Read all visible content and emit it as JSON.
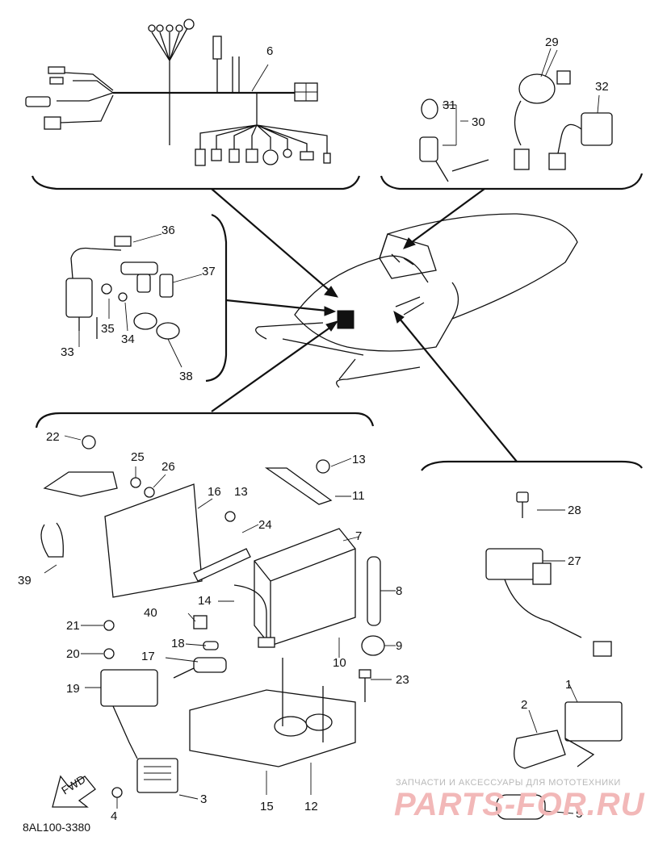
{
  "diagram": {
    "code": "8AL100-3380",
    "fwd_label": "FWD",
    "watermark_top": "ЗАПЧАСТИ И АКСЕССУАРЫ ДЛЯ МОТОТЕХНИКИ",
    "watermark_logo": "PARTS-FOR.RU"
  },
  "callouts": {
    "c1": "1",
    "c2": "2",
    "c3": "3",
    "c4": "4",
    "c5": "5",
    "c6": "6",
    "c7": "7",
    "c8": "8",
    "c9": "9",
    "c10": "10",
    "c11": "11",
    "c12": "12",
    "c13a": "13",
    "c13b": "13",
    "c14": "14",
    "c15": "15",
    "c16": "16",
    "c17": "17",
    "c18": "18",
    "c19": "19",
    "c20": "20",
    "c21": "21",
    "c22": "22",
    "c23": "23",
    "c24": "24",
    "c25": "25",
    "c26": "26",
    "c27": "27",
    "c28": "28",
    "c29": "29",
    "c30": "30",
    "c31": "31",
    "c32": "32",
    "c33": "33",
    "c34": "34",
    "c35": "35",
    "c36": "36",
    "c37": "37",
    "c38": "38",
    "c39": "39",
    "c40": "40"
  }
}
